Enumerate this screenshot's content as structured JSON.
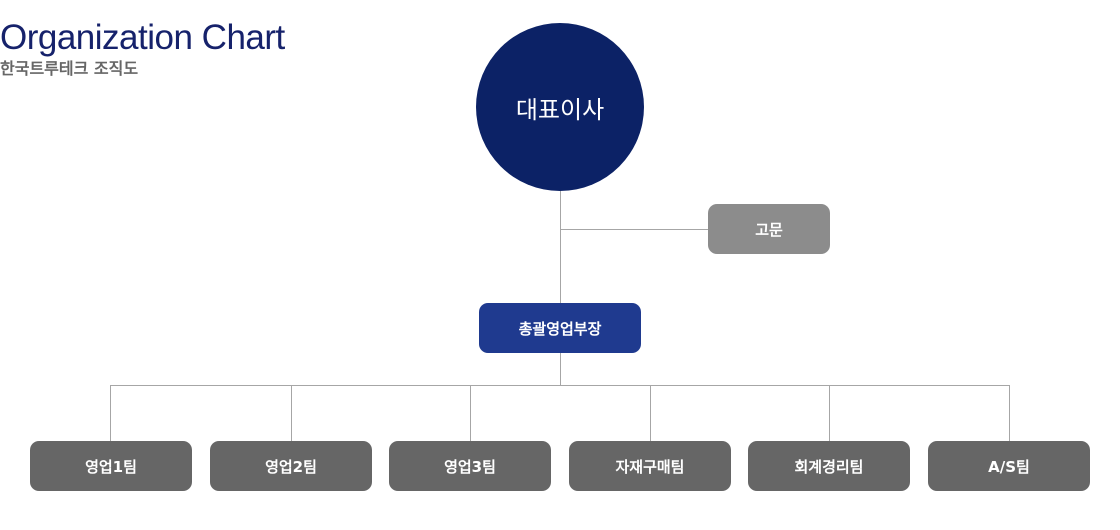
{
  "header": {
    "title": "Organization Chart",
    "subtitle": "한국트루테크 조직도"
  },
  "org": {
    "ceo": "대표이사",
    "advisor": "고문",
    "general_manager": "총괄영업부장",
    "teams": [
      "영업1팀",
      "영업2팀",
      "영업3팀",
      "자재구매팀",
      "회계경리팀",
      "A/S팀"
    ]
  },
  "colors": {
    "title": "#16226b",
    "ceo_fill": "#0c2266",
    "advisor_fill": "#8c8c8c",
    "general_manager_fill": "#1f3a8f",
    "team_fill": "#666666",
    "connector": "#a6a6a6"
  }
}
